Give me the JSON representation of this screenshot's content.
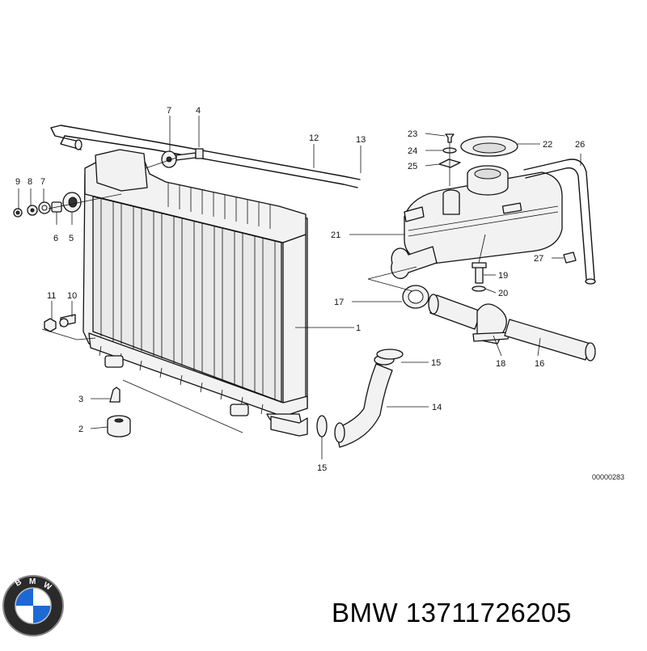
{
  "diagram": {
    "code": "00000283",
    "callouts": [
      {
        "key": "c1",
        "label": "1"
      },
      {
        "key": "c2",
        "label": "2"
      },
      {
        "key": "c3",
        "label": "3"
      },
      {
        "key": "c4",
        "label": "4"
      },
      {
        "key": "c5",
        "label": "5"
      },
      {
        "key": "c6",
        "label": "6"
      },
      {
        "key": "c7a",
        "label": "7"
      },
      {
        "key": "c7b",
        "label": "7"
      },
      {
        "key": "c8",
        "label": "8"
      },
      {
        "key": "c9",
        "label": "9"
      },
      {
        "key": "c10",
        "label": "10"
      },
      {
        "key": "c11",
        "label": "11"
      },
      {
        "key": "c12",
        "label": "12"
      },
      {
        "key": "c13",
        "label": "13"
      },
      {
        "key": "c14",
        "label": "14"
      },
      {
        "key": "c15a",
        "label": "15"
      },
      {
        "key": "c15b",
        "label": "15"
      },
      {
        "key": "c16",
        "label": "16"
      },
      {
        "key": "c17",
        "label": "17"
      },
      {
        "key": "c18",
        "label": "18"
      },
      {
        "key": "c19",
        "label": "19"
      },
      {
        "key": "c20",
        "label": "20"
      },
      {
        "key": "c21",
        "label": "21"
      },
      {
        "key": "c22",
        "label": "22"
      },
      {
        "key": "c23",
        "label": "23"
      },
      {
        "key": "c24",
        "label": "24"
      },
      {
        "key": "c25",
        "label": "25"
      },
      {
        "key": "c26",
        "label": "26"
      },
      {
        "key": "c27",
        "label": "27"
      }
    ]
  },
  "logo": {
    "brand": "BMW"
  },
  "caption": {
    "brand": "BMW",
    "part_number": "13711726205"
  }
}
